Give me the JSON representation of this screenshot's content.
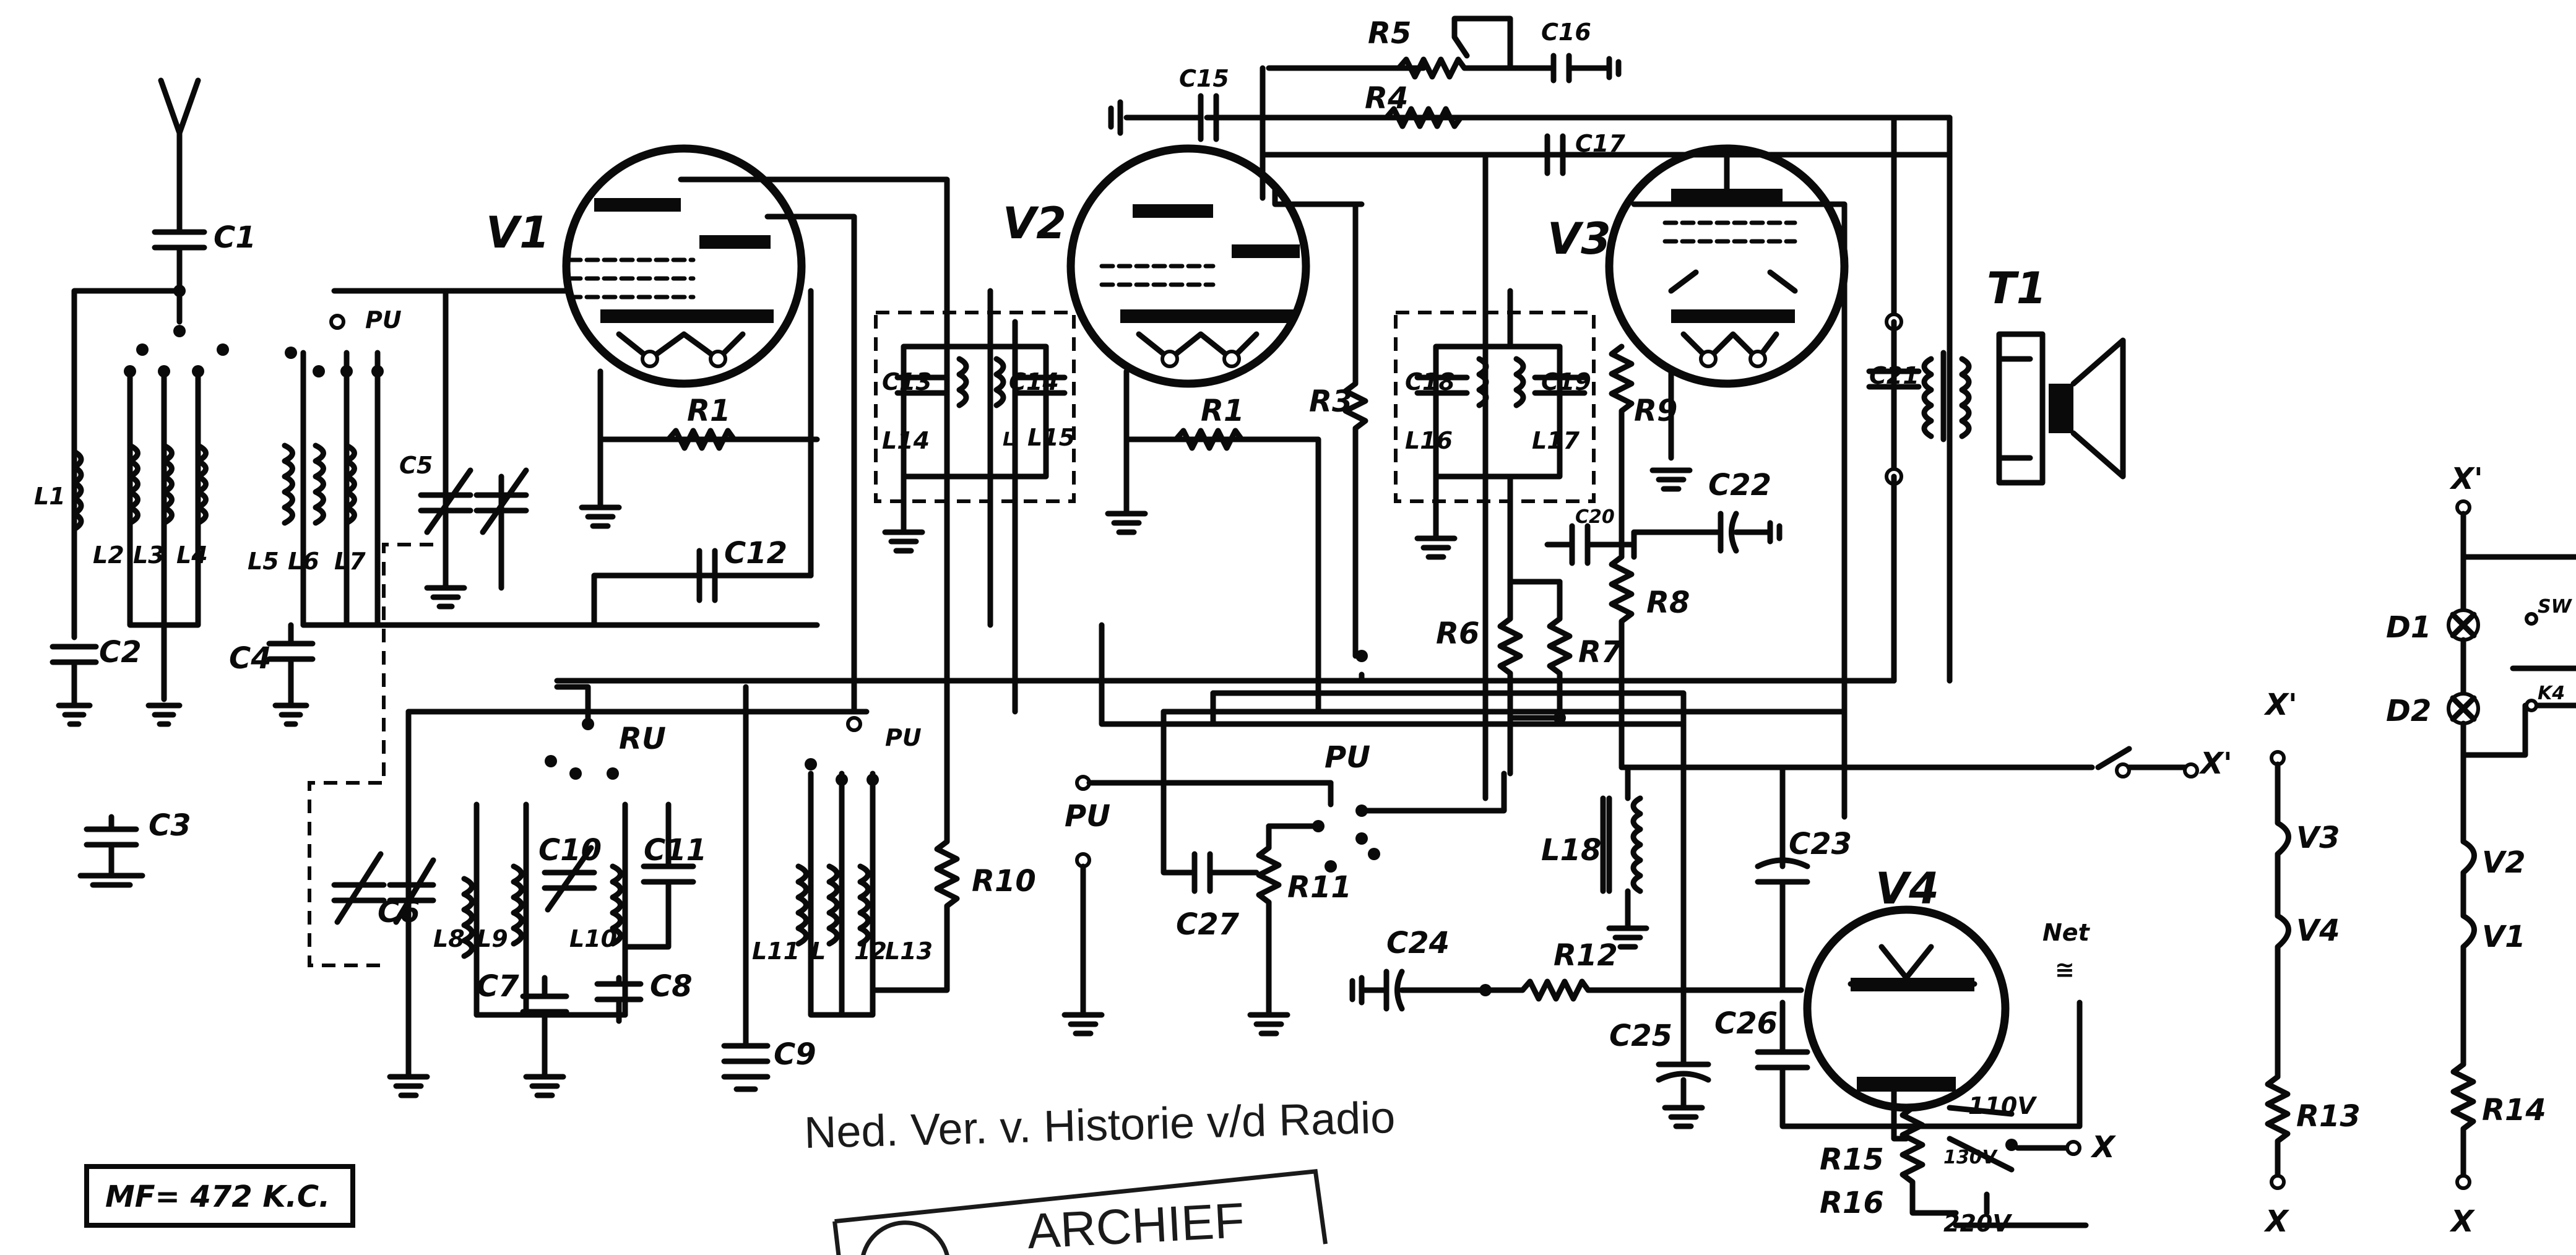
{
  "labels": {
    "c1": "C1",
    "c2": "C2",
    "c3": "C3",
    "c4": "C4",
    "c5": "C5",
    "c6": "C6",
    "c7": "C7",
    "c8": "C8",
    "c9": "C9",
    "c10": "C10",
    "c11": "C11",
    "c12": "C12",
    "c13": "C13",
    "c14": "C14",
    "c15": "C15",
    "c16": "C16",
    "c17": "C17",
    "c18": "C18",
    "c19": "C19",
    "c20": "C20",
    "c21": "C21",
    "c22": "C22",
    "c23": "C23",
    "c24": "C24",
    "c25": "C25",
    "c26": "C26",
    "c27": "C27",
    "r1": "R1",
    "r2": "R1",
    "r3": "R3",
    "r4": "R4",
    "r5": "R5",
    "r6": "R6",
    "r7": "R7",
    "r8": "R8",
    "r9": "R9",
    "r10": "R10",
    "r11": "R11",
    "r12": "R12",
    "r13": "R13",
    "r14": "R14",
    "r15": "R15",
    "r16": "R16",
    "l1": "L1",
    "l2": "L2",
    "l3": "L3",
    "l4": "L4",
    "l5": "L5",
    "l6": "L6",
    "l7": "L7",
    "l8": "L8",
    "l9": "L9",
    "l10": "L10",
    "l11": "L11",
    "l": "L",
    "l12": "12",
    "l13": "L13",
    "l14": "L14",
    "l15": "L15",
    "l16": "L16",
    "l17": "L17",
    "l18": "L18",
    "l_if": "L",
    "v1": "V1",
    "v2": "V2",
    "v3": "V3",
    "v4": "V4",
    "t1": "T1",
    "pu1": "PU",
    "pu2": "PU",
    "pu3": "PU",
    "pu4": "PU",
    "ru": "RU",
    "x_prime1": "X'",
    "x_prime2": "X'",
    "x_prime3": "X'",
    "x1": "X",
    "x2": "X",
    "x3": "X",
    "d1": "D1",
    "d2": "D2",
    "fil_v3": "V3",
    "fil_v4": "V4",
    "fil_v2": "V2",
    "fil_v1": "V1",
    "net": "Net",
    "net_sym": "≅",
    "v110": "110V",
    "v130": "130V",
    "v220": "220V",
    "mf": "MF= 472 K.C.",
    "sw1": "SW",
    "sw2": "K4"
  },
  "footer": {
    "org": "Ned. Ver. v. Historie v/d Radio",
    "stamp": "ARCHIEF"
  }
}
